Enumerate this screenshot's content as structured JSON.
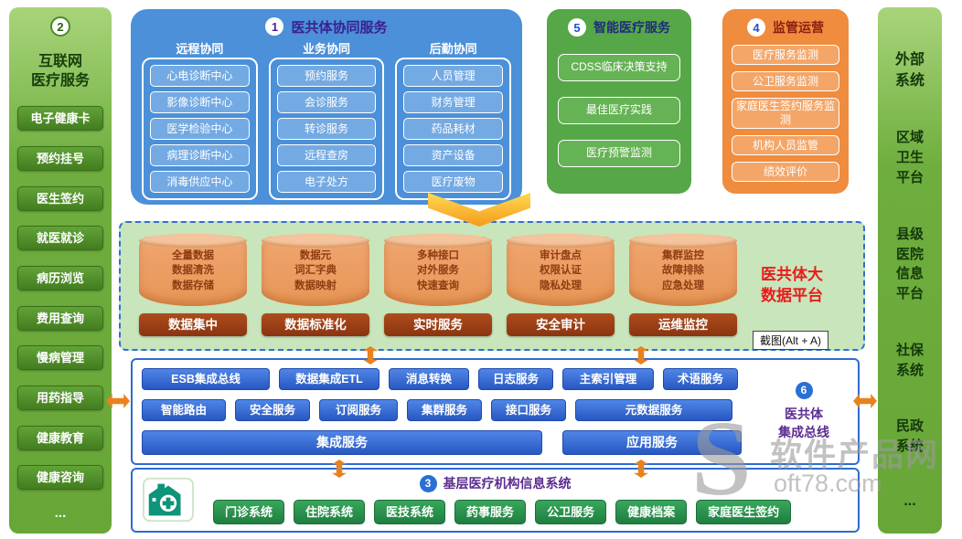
{
  "internet_services": {
    "badge": "2",
    "title": "互联网\n医疗服务",
    "items": [
      "电子健康卡",
      "预约挂号",
      "医生签约",
      "就医就诊",
      "病历浏览",
      "费用查询",
      "慢病管理",
      "用药指导",
      "健康教育",
      "健康咨询",
      "..."
    ]
  },
  "collaboration": {
    "badge": "1",
    "title": "医共体协同服务",
    "columns": [
      {
        "header": "远程协同",
        "items": [
          "心电诊断中心",
          "影像诊断中心",
          "医学检验中心",
          "病理诊断中心",
          "消毒供应中心"
        ]
      },
      {
        "header": "业务协同",
        "items": [
          "预约服务",
          "会诊服务",
          "转诊服务",
          "远程查房",
          "电子处方"
        ]
      },
      {
        "header": "后勤协同",
        "items": [
          "人员管理",
          "财务管理",
          "药品耗材",
          "资产设备",
          "医疗废物"
        ]
      }
    ]
  },
  "smart_medical": {
    "badge": "5",
    "title": "智能医疗服务",
    "items": [
      "CDSS临床决策支持",
      "最佳医疗实践",
      "医疗预警监测"
    ]
  },
  "supervision": {
    "badge": "4",
    "title": "监管运营",
    "items": [
      "医疗服务监测",
      "公卫服务监测",
      "家庭医生签约服务监测",
      "机构人员监管",
      "绩效评价"
    ]
  },
  "external_systems": {
    "title": "外部系统",
    "items": [
      "区域卫生平台",
      "县级医院信息平台",
      "社保系统",
      "民政系统",
      "..."
    ]
  },
  "big_data_platform": {
    "title": "医共体大数据平台",
    "groups": [
      {
        "lines": [
          "全量数据",
          "数据清洗",
          "数据存储"
        ],
        "label": "数据集中"
      },
      {
        "lines": [
          "数据元",
          "词汇字典",
          "数据映射"
        ],
        "label": "数据标准化"
      },
      {
        "lines": [
          "多种接口",
          "对外服务",
          "快速查询"
        ],
        "label": "实时服务"
      },
      {
        "lines": [
          "审计盘点",
          "权限认证",
          "隐私处理"
        ],
        "label": "安全审计"
      },
      {
        "lines": [
          "集群监控",
          "故障排除",
          "应急处理"
        ],
        "label": "运维监控"
      }
    ]
  },
  "integration_bus": {
    "badge": "6",
    "title": "医共体\n集成总线",
    "row1": [
      "ESB集成总线",
      "数据集成ETL",
      "消息转换",
      "日志服务",
      "主索引管理",
      "术语服务"
    ],
    "row2": [
      "智能路由",
      "安全服务",
      "订阅服务",
      "集群服务",
      "接口服务",
      "元数据服务"
    ],
    "row3": [
      "集成服务",
      "应用服务"
    ]
  },
  "primary_institutions": {
    "badge": "3",
    "title": "基层医疗机构信息系统",
    "items": [
      "门诊系统",
      "住院系统",
      "医技系统",
      "药事服务",
      "公卫服务",
      "健康档案",
      "家庭医生签约"
    ]
  },
  "screenshot_tooltip": "截图(Alt + A)",
  "watermark": {
    "initial": "S",
    "name": "软件产品网",
    "site": "oft78.com"
  },
  "colors": {
    "accent_orange": "#e8821e",
    "panel_blue": "#4b90d8",
    "panel_green": "#55a747",
    "panel_orange": "#ef8c3e",
    "sidebar_green": "#6fae3e",
    "label_maroon": "#9a3c14",
    "button_blue": "#2f63cf",
    "button_green": "#2e9e50",
    "title_red": "#e81c1c"
  }
}
